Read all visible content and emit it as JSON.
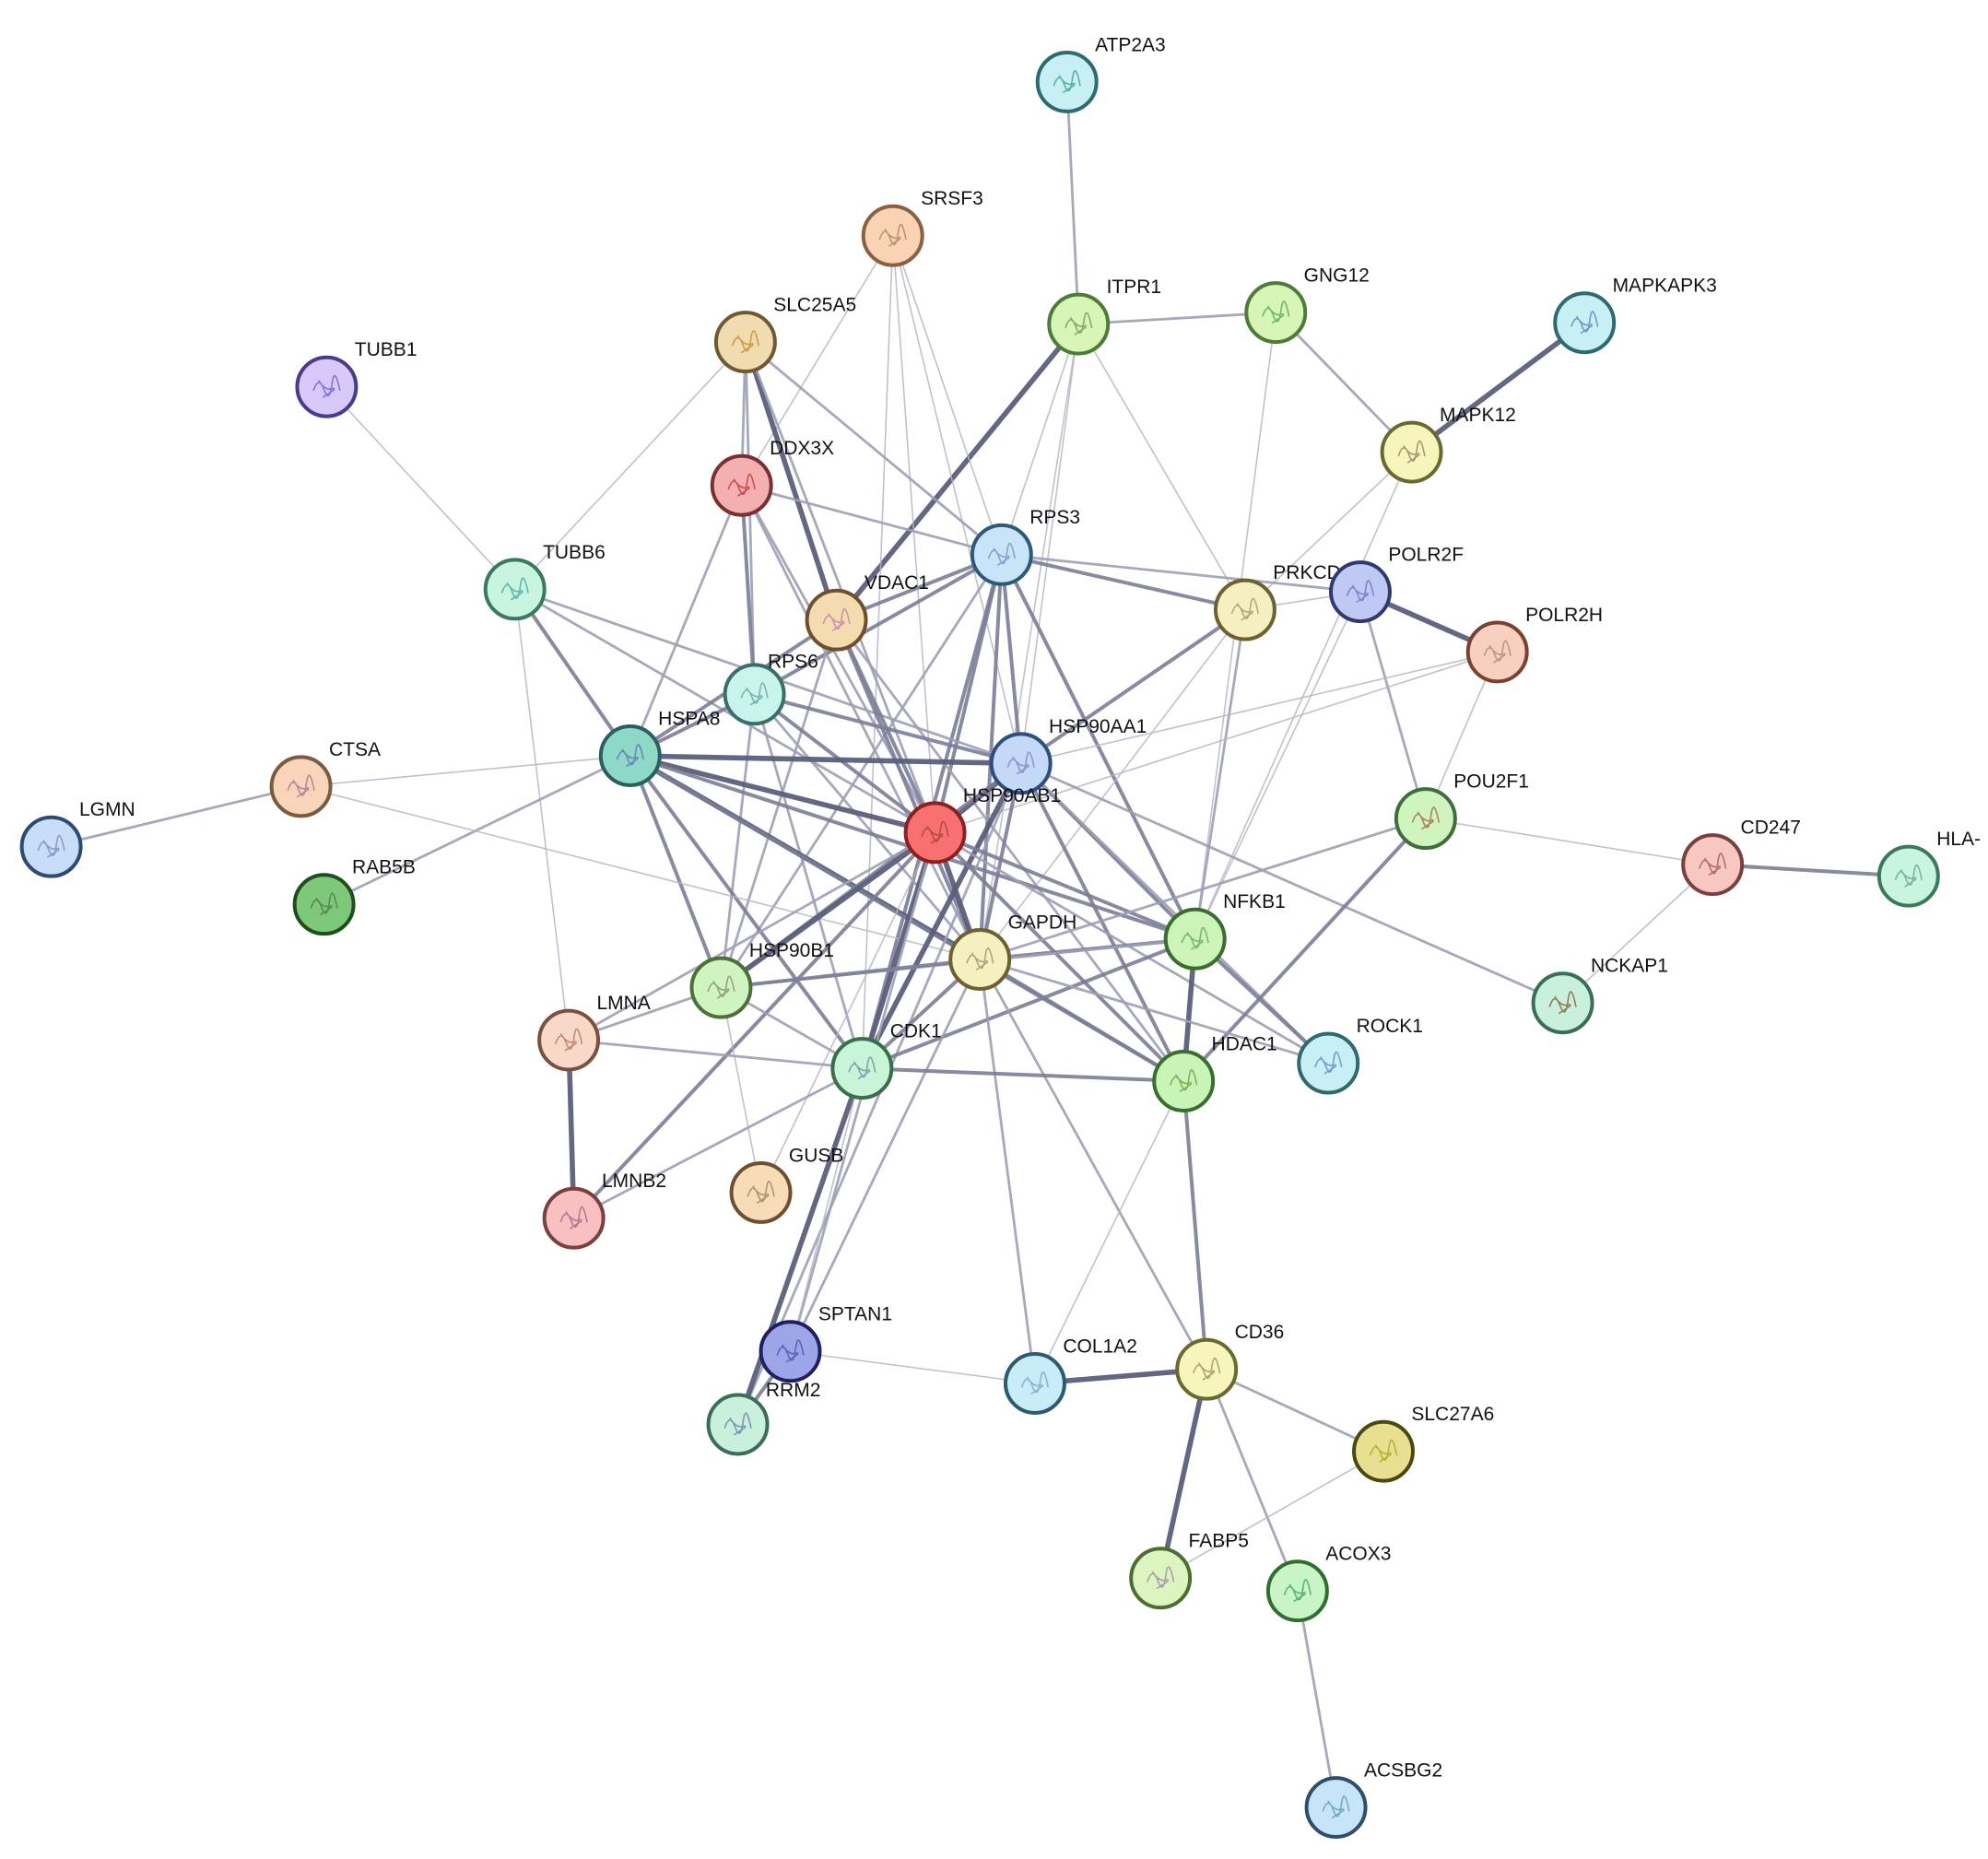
{
  "diagram": {
    "type": "network",
    "nodes": [
      {
        "id": "ATP2A3",
        "label": "ATP2A3",
        "fill": "#c8f0f4",
        "stroke": "#2e6b70",
        "glyph": "#3a9a8a"
      },
      {
        "id": "SRSF3",
        "label": "SRSF3",
        "fill": "#f8d4b4",
        "stroke": "#8a6040",
        "glyph": "#b07a60"
      },
      {
        "id": "ITPR1",
        "label": "ITPR1",
        "fill": "#d7f5b4",
        "stroke": "#4e7a3a",
        "glyph": "#7a8a5a"
      },
      {
        "id": "GNG12",
        "label": "GNG12",
        "fill": "#d7f5b4",
        "stroke": "#4e7a3a",
        "glyph": "#4aa060"
      },
      {
        "id": "MAPKAPK3",
        "label": "MAPKAPK3",
        "fill": "#c8f0f4",
        "stroke": "#2e6b70",
        "glyph": "#5a7ab0"
      },
      {
        "id": "SLC25A5",
        "label": "SLC25A5",
        "fill": "#f0dcb0",
        "stroke": "#6e5a30",
        "glyph": "#c08a20"
      },
      {
        "id": "TUBB1",
        "label": "TUBB1",
        "fill": "#d8c8f8",
        "stroke": "#4a3a8a",
        "glyph": "#6a5ad0"
      },
      {
        "id": "MAPK12",
        "label": "MAPK12",
        "fill": "#f5f5bc",
        "stroke": "#6a6a30",
        "glyph": "#8a7a60"
      },
      {
        "id": "DDX3X",
        "label": "DDX3X",
        "fill": "#f4b0b0",
        "stroke": "#7a3030",
        "glyph": "#c03030"
      },
      {
        "id": "RPS3",
        "label": "RPS3",
        "fill": "#c8e4f8",
        "stroke": "#2e5a78",
        "glyph": "#7a8ac0"
      },
      {
        "id": "TUBB6",
        "label": "TUBB6",
        "fill": "#c8f4e0",
        "stroke": "#3a7a5a",
        "glyph": "#40a0a0"
      },
      {
        "id": "PRKCD",
        "label": "PRKCD",
        "fill": "#f5f0c0",
        "stroke": "#6e6030",
        "glyph": "#a09060"
      },
      {
        "id": "POLR2F",
        "label": "POLR2F",
        "fill": "#c0c8f4",
        "stroke": "#2e3a6e",
        "glyph": "#6a70c0"
      },
      {
        "id": "VDAC1",
        "label": "VDAC1",
        "fill": "#f5dcb0",
        "stroke": "#6e5030",
        "glyph": "#c07ab0"
      },
      {
        "id": "POLR2H",
        "label": "POLR2H",
        "fill": "#f8d0c0",
        "stroke": "#7a4030",
        "glyph": "#b08070"
      },
      {
        "id": "RPS6",
        "label": "RPS6",
        "fill": "#c8f4ec",
        "stroke": "#3a6e6a",
        "glyph": "#60a0a0"
      },
      {
        "id": "HSPA8",
        "label": "HSPA8",
        "fill": "#8ed8c8",
        "stroke": "#2a5e60",
        "glyph": "#5a70b0"
      },
      {
        "id": "CTSA",
        "label": "CTSA",
        "fill": "#f8d4b8",
        "stroke": "#7a5a40",
        "glyph": "#a07090"
      },
      {
        "id": "HSP90AA1",
        "label": "HSP90AA1",
        "fill": "#c4d8f8",
        "stroke": "#2e4e7e",
        "glyph": "#7a80c0"
      },
      {
        "id": "HSP90AB1",
        "label": "HSP90AB1",
        "fill": "#f87070",
        "stroke": "#8a2020",
        "glyph": "#a04040"
      },
      {
        "id": "POU2F1",
        "label": "POU2F1",
        "fill": "#d0f4c0",
        "stroke": "#3e6e3a",
        "glyph": "#a06030"
      },
      {
        "id": "CD247",
        "label": "CD247",
        "fill": "#f8c8c0",
        "stroke": "#7a4040",
        "glyph": "#a05050"
      },
      {
        "id": "LGMN",
        "label": "LGMN",
        "fill": "#c8ddf8",
        "stroke": "#2e4a70",
        "glyph": "#7a80c0"
      },
      {
        "id": "HLA",
        "label": "HLA-",
        "fill": "#c8f4e0",
        "stroke": "#3a7a5a",
        "glyph": "#60a090"
      },
      {
        "id": "RAB5B",
        "label": "RAB5B",
        "fill": "#7ec87a",
        "stroke": "#1e4e1e",
        "glyph": "#4a7a4a"
      },
      {
        "id": "NFKB1",
        "label": "NFKB1",
        "fill": "#cdf4b8",
        "stroke": "#3a6e2e",
        "glyph": "#60a060"
      },
      {
        "id": "GAPDH",
        "label": "GAPDH",
        "fill": "#f5f0c0",
        "stroke": "#6e6030",
        "glyph": "#9a8a70"
      },
      {
        "id": "HSP90B1",
        "label": "HSP90B1",
        "fill": "#d0f4c0",
        "stroke": "#4e6e3a",
        "glyph": "#7a8a6a"
      },
      {
        "id": "NCKAP1",
        "label": "NCKAP1",
        "fill": "#c8f0dc",
        "stroke": "#3a6e5a",
        "glyph": "#8a5030"
      },
      {
        "id": "LMNA",
        "label": "LMNA",
        "fill": "#f8d8c8",
        "stroke": "#7a5040",
        "glyph": "#b07060"
      },
      {
        "id": "ROCK1",
        "label": "ROCK1",
        "fill": "#c8f0f4",
        "stroke": "#2e6a70",
        "glyph": "#5a80c0"
      },
      {
        "id": "HDAC1",
        "label": "HDAC1",
        "fill": "#c8f4b8",
        "stroke": "#3a6e2e",
        "glyph": "#6a9a3a"
      },
      {
        "id": "CDK1",
        "label": "CDK1",
        "fill": "#c8f4d8",
        "stroke": "#3a6e4a",
        "glyph": "#6a8aa0"
      },
      {
        "id": "GUSB",
        "label": "GUSB",
        "fill": "#f8dcb8",
        "stroke": "#6e5030",
        "glyph": "#9a7a60"
      },
      {
        "id": "LMNB2",
        "label": "LMNB2",
        "fill": "#f8c0c0",
        "stroke": "#7a4040",
        "glyph": "#a06080"
      },
      {
        "id": "SPTAN1",
        "label": "SPTAN1",
        "fill": "#9ea4e8",
        "stroke": "#1e2060",
        "glyph": "#4a50b0"
      },
      {
        "id": "RRM2",
        "label": "RRM2",
        "fill": "#c8f0dc",
        "stroke": "#3a6e5a",
        "glyph": "#6a7aa0"
      },
      {
        "id": "COL1A2",
        "label": "COL1A2",
        "fill": "#c8ecf8",
        "stroke": "#2e5a70",
        "glyph": "#7aa0c0"
      },
      {
        "id": "CD36",
        "label": "CD36",
        "fill": "#f5f5bc",
        "stroke": "#6a6a30",
        "glyph": "#9a8a60"
      },
      {
        "id": "SLC27A6",
        "label": "SLC27A6",
        "fill": "#e8e090",
        "stroke": "#4a4a10",
        "glyph": "#b0a020"
      },
      {
        "id": "FABP5",
        "label": "FABP5",
        "fill": "#dcf4c0",
        "stroke": "#4e6e30",
        "glyph": "#a080a0"
      },
      {
        "id": "ACOX3",
        "label": "ACOX3",
        "fill": "#c8f4c8",
        "stroke": "#2e6e2e",
        "glyph": "#30a060"
      },
      {
        "id": "ACSBG2",
        "label": "ACSBG2",
        "fill": "#c8e4f8",
        "stroke": "#2e4e70",
        "glyph": "#5a9ab0"
      }
    ],
    "edges": [
      {
        "source": "ATP2A3",
        "target": "ITPR1",
        "weight": 2
      },
      {
        "source": "ITPR1",
        "target": "GNG12",
        "weight": 2
      },
      {
        "source": "ITPR1",
        "target": "VDAC1",
        "weight": 4
      },
      {
        "source": "ITPR1",
        "target": "RPS3",
        "weight": 1
      },
      {
        "source": "ITPR1",
        "target": "PRKCD",
        "weight": 1
      },
      {
        "source": "ITPR1",
        "target": "HSP90AA1",
        "weight": 1
      },
      {
        "source": "ITPR1",
        "target": "GAPDH",
        "weight": 1
      },
      {
        "source": "GNG12",
        "target": "MAPK12",
        "weight": 2
      },
      {
        "source": "GNG12",
        "target": "NFKB1",
        "weight": 1
      },
      {
        "source": "MAPKAPK3",
        "target": "MAPK12",
        "weight": 4
      },
      {
        "source": "MAPK12",
        "target": "PRKCD",
        "weight": 1
      },
      {
        "source": "MAPK12",
        "target": "NFKB1",
        "weight": 1
      },
      {
        "source": "SRSF3",
        "target": "DDX3X",
        "weight": 1
      },
      {
        "source": "SRSF3",
        "target": "RPS3",
        "weight": 1
      },
      {
        "source": "SRSF3",
        "target": "HSP90AB1",
        "weight": 1
      },
      {
        "source": "SRSF3",
        "target": "CDK1",
        "weight": 1
      },
      {
        "source": "SRSF3",
        "target": "HSP90AA1",
        "weight": 1
      },
      {
        "source": "SLC25A5",
        "target": "VDAC1",
        "weight": 4
      },
      {
        "source": "SLC25A5",
        "target": "DDX3X",
        "weight": 2
      },
      {
        "source": "SLC25A5",
        "target": "RPS3",
        "weight": 2
      },
      {
        "source": "SLC25A5",
        "target": "TUBB6",
        "weight": 1
      },
      {
        "source": "SLC25A5",
        "target": "HSP90AB1",
        "weight": 2
      },
      {
        "source": "SLC25A5",
        "target": "RPS6",
        "weight": 2
      },
      {
        "source": "TUBB1",
        "target": "TUBB6",
        "weight": 1
      },
      {
        "source": "DDX3X",
        "target": "RPS3",
        "weight": 2
      },
      {
        "source": "DDX3X",
        "target": "RPS6",
        "weight": 3
      },
      {
        "source": "DDX3X",
        "target": "HSPA8",
        "weight": 2
      },
      {
        "source": "DDX3X",
        "target": "HSP90AB1",
        "weight": 2
      },
      {
        "source": "DDX3X",
        "target": "GAPDH",
        "weight": 2
      },
      {
        "source": "RPS3",
        "target": "RPS6",
        "weight": 3
      },
      {
        "source": "RPS3",
        "target": "PRKCD",
        "weight": 3
      },
      {
        "source": "RPS3",
        "target": "POLR2F",
        "weight": 2
      },
      {
        "source": "RPS3",
        "target": "HSP90AA1",
        "weight": 3
      },
      {
        "source": "RPS3",
        "target": "HSP90AB1",
        "weight": 3
      },
      {
        "source": "RPS3",
        "target": "NFKB1",
        "weight": 3
      },
      {
        "source": "RPS3",
        "target": "CDK1",
        "weight": 3
      },
      {
        "source": "RPS3",
        "target": "GAPDH",
        "weight": 3
      },
      {
        "source": "RPS3",
        "target": "HSP90B1",
        "weight": 2
      },
      {
        "source": "TUBB6",
        "target": "HSPA8",
        "weight": 3
      },
      {
        "source": "TUBB6",
        "target": "LMNA",
        "weight": 1
      },
      {
        "source": "TUBB6",
        "target": "HSP90AA1",
        "weight": 2
      },
      {
        "source": "TUBB6",
        "target": "HSP90AB1",
        "weight": 2
      },
      {
        "source": "VDAC1",
        "target": "HSPA8",
        "weight": 3
      },
      {
        "source": "VDAC1",
        "target": "HSP90AB1",
        "weight": 3
      },
      {
        "source": "VDAC1",
        "target": "GAPDH",
        "weight": 3
      },
      {
        "source": "VDAC1",
        "target": "HSP90B1",
        "weight": 2
      },
      {
        "source": "VDAC1",
        "target": "HDAC1",
        "weight": 2
      },
      {
        "source": "VDAC1",
        "target": "RPS3",
        "weight": 3
      },
      {
        "source": "RPS6",
        "target": "HSPA8",
        "weight": 3
      },
      {
        "source": "RPS6",
        "target": "HSP90AA1",
        "weight": 3
      },
      {
        "source": "RPS6",
        "target": "HSP90AB1",
        "weight": 3
      },
      {
        "source": "RPS6",
        "target": "GAPDH",
        "weight": 2
      },
      {
        "source": "RPS6",
        "target": "CDK1",
        "weight": 2
      },
      {
        "source": "RPS6",
        "target": "HSP90B1",
        "weight": 2
      },
      {
        "source": "PRKCD",
        "target": "POLR2F",
        "weight": 1
      },
      {
        "source": "PRKCD",
        "target": "HSP90AA1",
        "weight": 3
      },
      {
        "source": "PRKCD",
        "target": "NFKB1",
        "weight": 2
      },
      {
        "source": "PRKCD",
        "target": "GAPDH",
        "weight": 1
      },
      {
        "source": "POLR2F",
        "target": "POLR2H",
        "weight": 4
      },
      {
        "source": "POLR2F",
        "target": "POU2F1",
        "weight": 2
      },
      {
        "source": "POLR2F",
        "target": "NFKB1",
        "weight": 1
      },
      {
        "source": "POLR2H",
        "target": "POU2F1",
        "weight": 1
      },
      {
        "source": "POLR2H",
        "target": "HSP90AA1",
        "weight": 1
      },
      {
        "source": "POLR2H",
        "target": "HSP90AB1",
        "weight": 1
      },
      {
        "source": "HSPA8",
        "target": "HSP90AA1",
        "weight": 4
      },
      {
        "source": "HSPA8",
        "target": "HSP90AB1",
        "weight": 4
      },
      {
        "source": "HSPA8",
        "target": "GAPDH",
        "weight": 4
      },
      {
        "source": "HSPA8",
        "target": "HSP90B1",
        "weight": 3
      },
      {
        "source": "HSPA8",
        "target": "CDK1",
        "weight": 3
      },
      {
        "source": "HSPA8",
        "target": "NFKB1",
        "weight": 3
      },
      {
        "source": "HSPA8",
        "target": "HDAC1",
        "weight": 3
      },
      {
        "source": "HSPA8",
        "target": "CTSA",
        "weight": 1
      },
      {
        "source": "HSPA8",
        "target": "RAB5B",
        "weight": 2
      },
      {
        "source": "CTSA",
        "target": "LGMN",
        "weight": 2
      },
      {
        "source": "CTSA",
        "target": "GAPDH",
        "weight": 1
      },
      {
        "source": "HSP90AA1",
        "target": "HSP90AB1",
        "weight": 4
      },
      {
        "source": "HSP90AA1",
        "target": "GAPDH",
        "weight": 3
      },
      {
        "source": "HSP90AA1",
        "target": "NFKB1",
        "weight": 3
      },
      {
        "source": "HSP90AA1",
        "target": "HDAC1",
        "weight": 3
      },
      {
        "source": "HSP90AA1",
        "target": "CDK1",
        "weight": 4
      },
      {
        "source": "HSP90AA1",
        "target": "HSP90B1",
        "weight": 3
      },
      {
        "source": "HSP90AA1",
        "target": "ROCK1",
        "weight": 2
      },
      {
        "source": "HSP90AA1",
        "target": "NCKAP1",
        "weight": 2
      },
      {
        "source": "HSP90AA1",
        "target": "RRM2",
        "weight": 2
      },
      {
        "source": "HSP90AB1",
        "target": "GAPDH",
        "weight": 4
      },
      {
        "source": "HSP90AB1",
        "target": "NFKB1",
        "weight": 3
      },
      {
        "source": "HSP90AB1",
        "target": "HDAC1",
        "weight": 3
      },
      {
        "source": "HSP90AB1",
        "target": "CDK1",
        "weight": 4
      },
      {
        "source": "HSP90AB1",
        "target": "HSP90B1",
        "weight": 4
      },
      {
        "source": "HSP90AB1",
        "target": "ROCK1",
        "weight": 2
      },
      {
        "source": "HSP90AB1",
        "target": "LMNA",
        "weight": 2
      },
      {
        "source": "HSP90AB1",
        "target": "GUSB",
        "weight": 1
      },
      {
        "source": "HSP90AB1",
        "target": "SPTAN1",
        "weight": 2
      },
      {
        "source": "HSP90AB1",
        "target": "LMNB2",
        "weight": 3
      },
      {
        "source": "POU2F1",
        "target": "CD247",
        "weight": 1
      },
      {
        "source": "POU2F1",
        "target": "GAPDH",
        "weight": 2
      },
      {
        "source": "POU2F1",
        "target": "HDAC1",
        "weight": 3
      },
      {
        "source": "CD247",
        "target": "HLA",
        "weight": 3
      },
      {
        "source": "CD247",
        "target": "NCKAP1",
        "weight": 1
      },
      {
        "source": "NFKB1",
        "target": "GAPDH",
        "weight": 3
      },
      {
        "source": "NFKB1",
        "target": "HDAC1",
        "weight": 4
      },
      {
        "source": "NFKB1",
        "target": "ROCK1",
        "weight": 3
      },
      {
        "source": "NFKB1",
        "target": "CDK1",
        "weight": 3
      },
      {
        "source": "NFKB1",
        "target": "HSP90B1",
        "weight": 2
      },
      {
        "source": "GAPDH",
        "target": "HDAC1",
        "weight": 3
      },
      {
        "source": "GAPDH",
        "target": "CDK1",
        "weight": 3
      },
      {
        "source": "GAPDH",
        "target": "HSP90B1",
        "weight": 3
      },
      {
        "source": "GAPDH",
        "target": "COL1A2",
        "weight": 2
      },
      {
        "source": "GAPDH",
        "target": "CD36",
        "weight": 2
      },
      {
        "source": "GAPDH",
        "target": "ROCK1",
        "weight": 2
      },
      {
        "source": "GAPDH",
        "target": "SPTAN1",
        "weight": 2
      },
      {
        "source": "HSP90B1",
        "target": "CDK1",
        "weight": 2
      },
      {
        "source": "HSP90B1",
        "target": "GUSB",
        "weight": 1
      },
      {
        "source": "LMNA",
        "target": "LMNB2",
        "weight": 4
      },
      {
        "source": "LMNA",
        "target": "CDK1",
        "weight": 2
      },
      {
        "source": "LMNA",
        "target": "HSP90B1",
        "weight": 2
      },
      {
        "source": "CDK1",
        "target": "HDAC1",
        "weight": 3
      },
      {
        "source": "CDK1",
        "target": "RRM2",
        "weight": 4
      },
      {
        "source": "CDK1",
        "target": "LMNB2",
        "weight": 2
      },
      {
        "source": "CDK1",
        "target": "SPTAN1",
        "weight": 1
      },
      {
        "source": "HDAC1",
        "target": "CD36",
        "weight": 3
      },
      {
        "source": "HDAC1",
        "target": "COL1A2",
        "weight": 1
      },
      {
        "source": "SPTAN1",
        "target": "COL1A2",
        "weight": 1
      },
      {
        "source": "SPTAN1",
        "target": "RRM2",
        "weight": 3
      },
      {
        "source": "COL1A2",
        "target": "CD36",
        "weight": 4
      },
      {
        "source": "CD36",
        "target": "SLC27A6",
        "weight": 2
      },
      {
        "source": "CD36",
        "target": "FABP5",
        "weight": 4
      },
      {
        "source": "CD36",
        "target": "ACOX3",
        "weight": 2
      },
      {
        "source": "FABP5",
        "target": "SLC27A6",
        "weight": 1
      },
      {
        "source": "ACOX3",
        "target": "ACSBG2",
        "weight": 2
      }
    ]
  }
}
